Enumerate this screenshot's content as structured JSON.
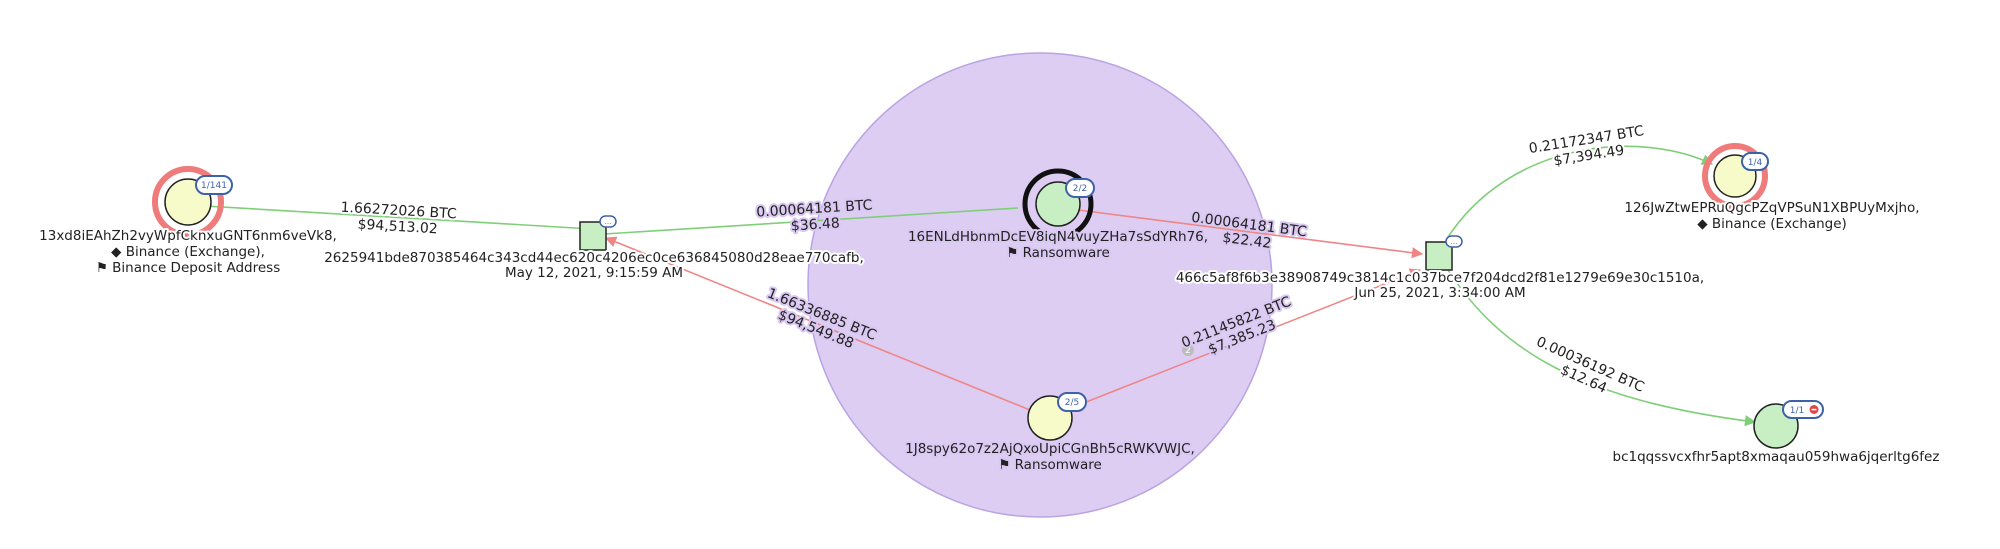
{
  "colors": {
    "cluster_fill": "#ddcdf3",
    "cluster_stroke": "#b9a3e3",
    "address_fill": "#f6fbc9",
    "ransom_fill": "#c8efc4",
    "tx_fill": "#c8efc4",
    "edge_in": "#7fcf78",
    "edge_out": "#ef8585",
    "exchange_ring": "#ef7b7b",
    "badge_stroke": "#3e62a8"
  },
  "nodes": {
    "binance_deposit": {
      "badge": "1/141",
      "line1": "13xd8iEAhZh2vyWpfCknxuGNT6nm6veVk8,",
      "line2": "◆ Binance (Exchange),",
      "line3": "⚑ Binance Deposit Address"
    },
    "tx_may": {
      "badge": "…",
      "line1": "2625941bde870385464c343cd44ec620c4206ec0ce636845080d28eae770cafb,",
      "line2": "May 12, 2021, 9:15:59 AM"
    },
    "ransom_1": {
      "badge": "2/2",
      "line1": "16ENLdHbnmDcEV8iqN4vuyZHa7sSdYRh76,",
      "line2": "⚑ Ransomware"
    },
    "ransom_2": {
      "badge": "2/5",
      "line1": "1J8spy62o7z2AjQxoUpiCGnBh5cRWKVWJC,",
      "line2": "⚑ Ransomware"
    },
    "tx_jun": {
      "badge": "…",
      "line1": "466c5af8f6b3e38908749c3814c1c037bce7f204dcd2f81e1279e69e30c1510a,",
      "line2": "Jun 25, 2021, 3:34:00 AM"
    },
    "binance_exchange": {
      "badge": "1/4",
      "line1": "126JwZtwEPRuQgcPZqVPSuN1XBPUyMxjho,",
      "line2": "◆ Binance (Exchange)"
    },
    "bc1_address": {
      "badge": "1/1",
      "line1": "bc1qqssvcxfhr5apt8xmaqau059hwa6jqerltg6fez"
    }
  },
  "edges": {
    "e1": {
      "btc": "1.66272026 BTC",
      "usd": "$94,513.02"
    },
    "e2": {
      "btc": "0.00064181 BTC",
      "usd": "$36.48"
    },
    "e3": {
      "btc": "0.00064181 BTC",
      "usd": "$22.42"
    },
    "e4": {
      "btc": "1.66336885 BTC",
      "usd": "$94,549.88"
    },
    "e5": {
      "btc": "0.21145822 BTC",
      "usd": "$7,385.23",
      "marker": "2"
    },
    "e6": {
      "btc": "0.21172347 BTC",
      "usd": "$7,394.49"
    },
    "e7": {
      "btc": "0.00036192 BTC",
      "usd": "$12.64"
    }
  }
}
